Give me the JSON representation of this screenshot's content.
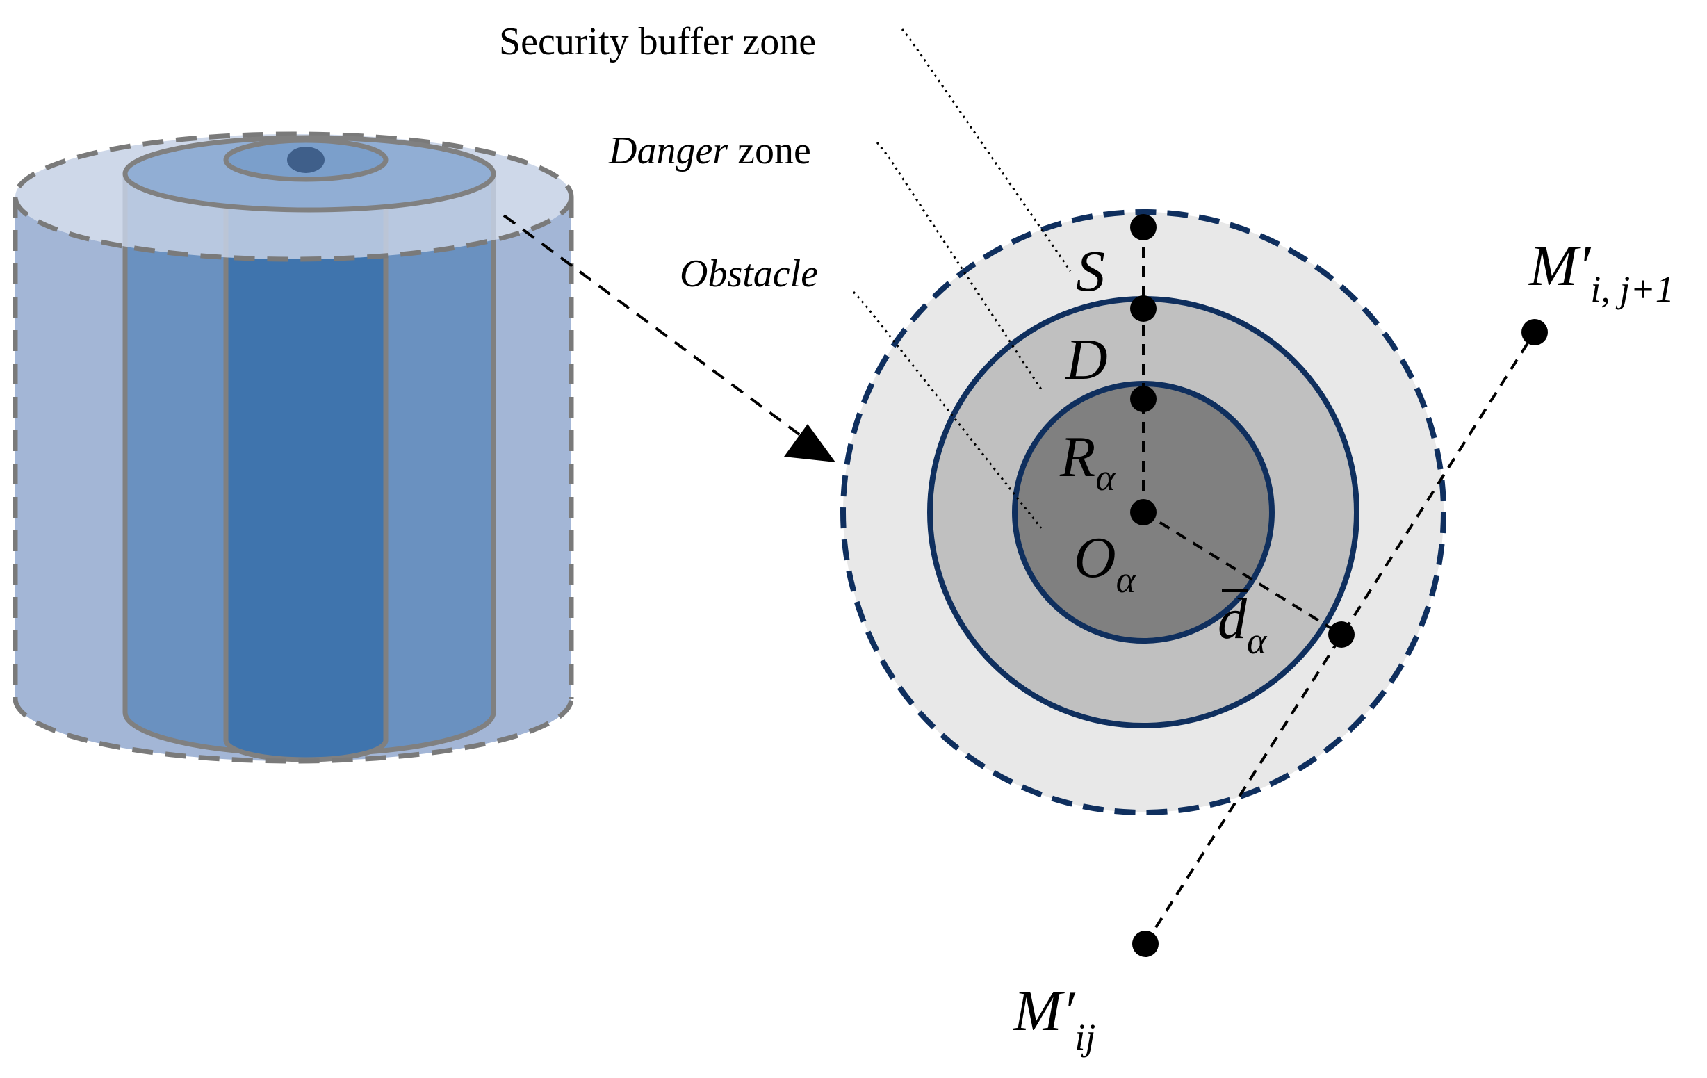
{
  "labels": {
    "security_buffer_zone": "Security buffer zone",
    "danger_zone_italic": "Danger",
    "danger_zone_rest": " zone",
    "obstacle": "Obstacle",
    "S": "S",
    "D": "D",
    "R": "R",
    "R_sub": "α",
    "O": "O",
    "O_sub": "α",
    "d": "d",
    "d_sub": "α",
    "M_next": "M′",
    "M_next_sub": "i, j+1",
    "M_cur": "M′",
    "M_cur_sub": "ij"
  },
  "colors": {
    "outer_cylinder": "#a3b6d6",
    "middle_cylinder": "#6a91c0",
    "inner_cylinder": "#3f74ad",
    "cylinder_stroke": "#808080",
    "buffer_fill": "#e8e8e8",
    "danger_fill": "#c0c0c0",
    "obstacle_fill": "#808080",
    "circle_stroke": "#0f2f5e"
  }
}
